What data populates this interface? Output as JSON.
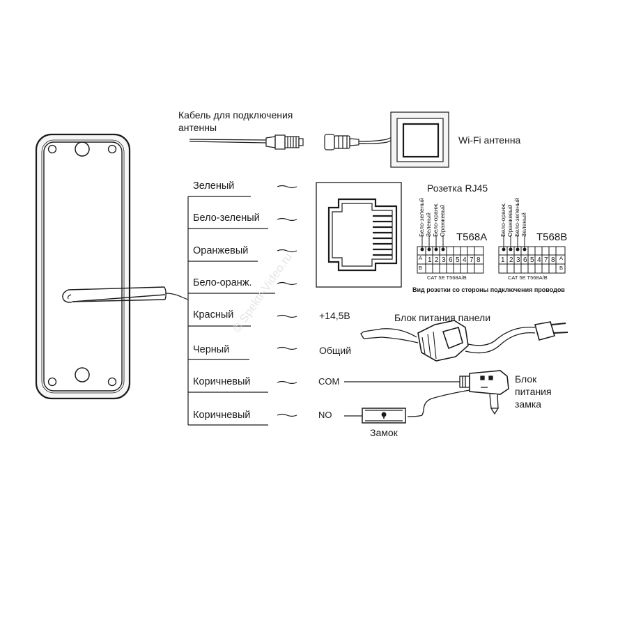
{
  "antenna": {
    "cable_label_line1": "Кабель для подключения",
    "cable_label_line2": "антенны",
    "wifi_label": "Wi-Fi антенна"
  },
  "wires": [
    {
      "label": "Зеленый"
    },
    {
      "label": "Бело-зеленый"
    },
    {
      "label": "Оранжевый"
    },
    {
      "label": "Бело-оранж."
    },
    {
      "label": "Красный",
      "terminal": "+14,5В"
    },
    {
      "label": "Черный",
      "terminal": "Общий"
    },
    {
      "label": "Коричневый",
      "terminal": "COM"
    },
    {
      "label": "Коричневый",
      "terminal": "NO"
    }
  ],
  "rj45": {
    "title": "Розетка RJ45",
    "caption": "Вид розетки со стороны подключения проводов",
    "t568a": {
      "name": "T568A",
      "pins": [
        "Бело-зеленый",
        "Зеленый",
        "Бело-оранж.",
        "Оранжевый"
      ],
      "cat_label": "CAT  5E    T568A/B",
      "row_a": "A",
      "row_b": "B"
    },
    "t568b": {
      "name": "T568B",
      "pins": [
        "Бело-оранж.",
        "Оранжевый",
        "Бело-зеленый",
        "Зеленый"
      ],
      "cat_label": "CAT  5E    T568A/B",
      "row_a": "A",
      "row_b": "B"
    },
    "pin_numbers": [
      "1",
      "2",
      "3",
      "6",
      "5",
      "4",
      "7",
      "8"
    ]
  },
  "power": {
    "panel_supply_label": "Блок питания панели",
    "lock_supply_line1": "Блок",
    "lock_supply_line2": "питания",
    "lock_supply_line3": "замка",
    "lock_label": "Замок"
  },
  "watermark": "© Spektr-Video.ru",
  "colors": {
    "line": "#1a1a1a",
    "panel_fill": "#e8e8e8",
    "accent_gray": "#7a7a7a"
  }
}
